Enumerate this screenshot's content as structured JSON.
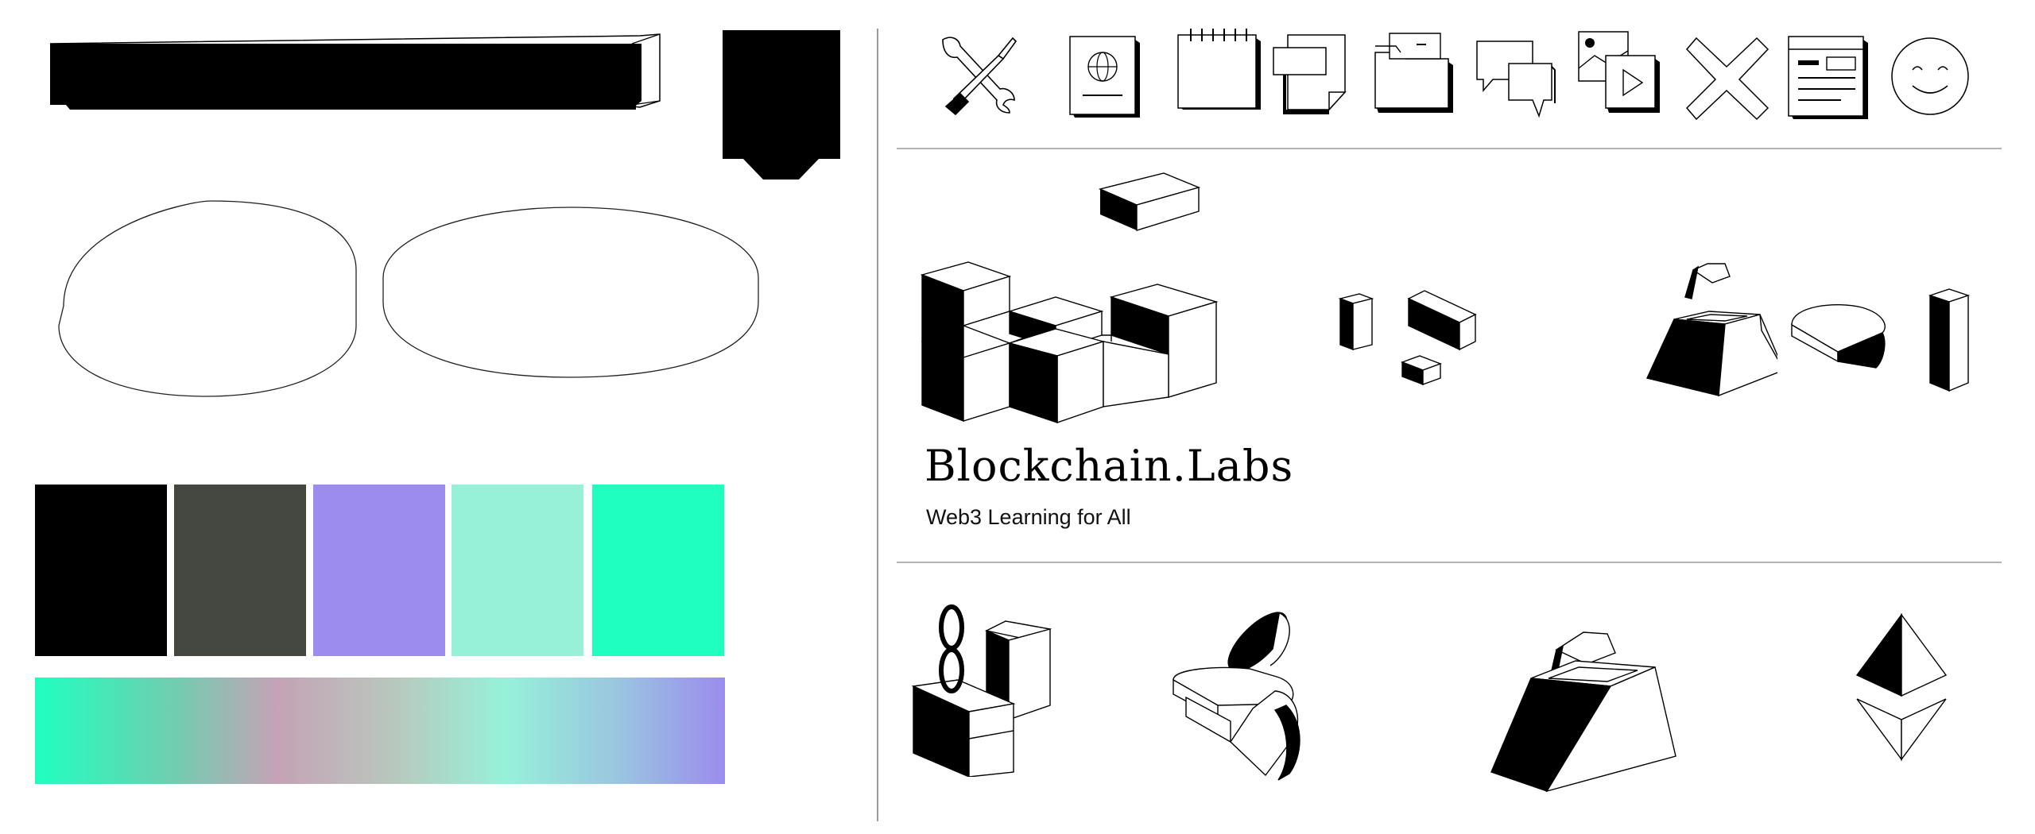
{
  "brand": {
    "name": "Blockchain.Labs",
    "tagline": "Web3 Learning for All"
  },
  "palette": {
    "swatches": [
      {
        "name": "black",
        "color": "#000000"
      },
      {
        "name": "charcoal",
        "color": "#43473f"
      },
      {
        "name": "lavender",
        "color": "#9b8ced"
      },
      {
        "name": "mint-light",
        "color": "#97f1d9"
      },
      {
        "name": "mint",
        "color": "#1fffbf"
      }
    ],
    "gradient": [
      "#1fffbf",
      "#70ceb0",
      "#c4a3b6",
      "#b9c7bd",
      "#97f1d9",
      "#9ac7e0",
      "#9b8ced"
    ]
  },
  "icons": [
    "tools-icon",
    "passport-icon",
    "notepad-icon",
    "sticky-notes-icon",
    "folder-icon",
    "chat-bubbles-icon",
    "media-gallery-icon",
    "close-icon",
    "document-icon",
    "smiley-icon"
  ],
  "illustrations": [
    "floating-block",
    "staircase-blocks",
    "scattered-blocks",
    "open-box-lid",
    "half-disc",
    "pillar-block",
    "chain-blocks",
    "coin-drop",
    "pyramid-box",
    "ethereum-icon"
  ]
}
